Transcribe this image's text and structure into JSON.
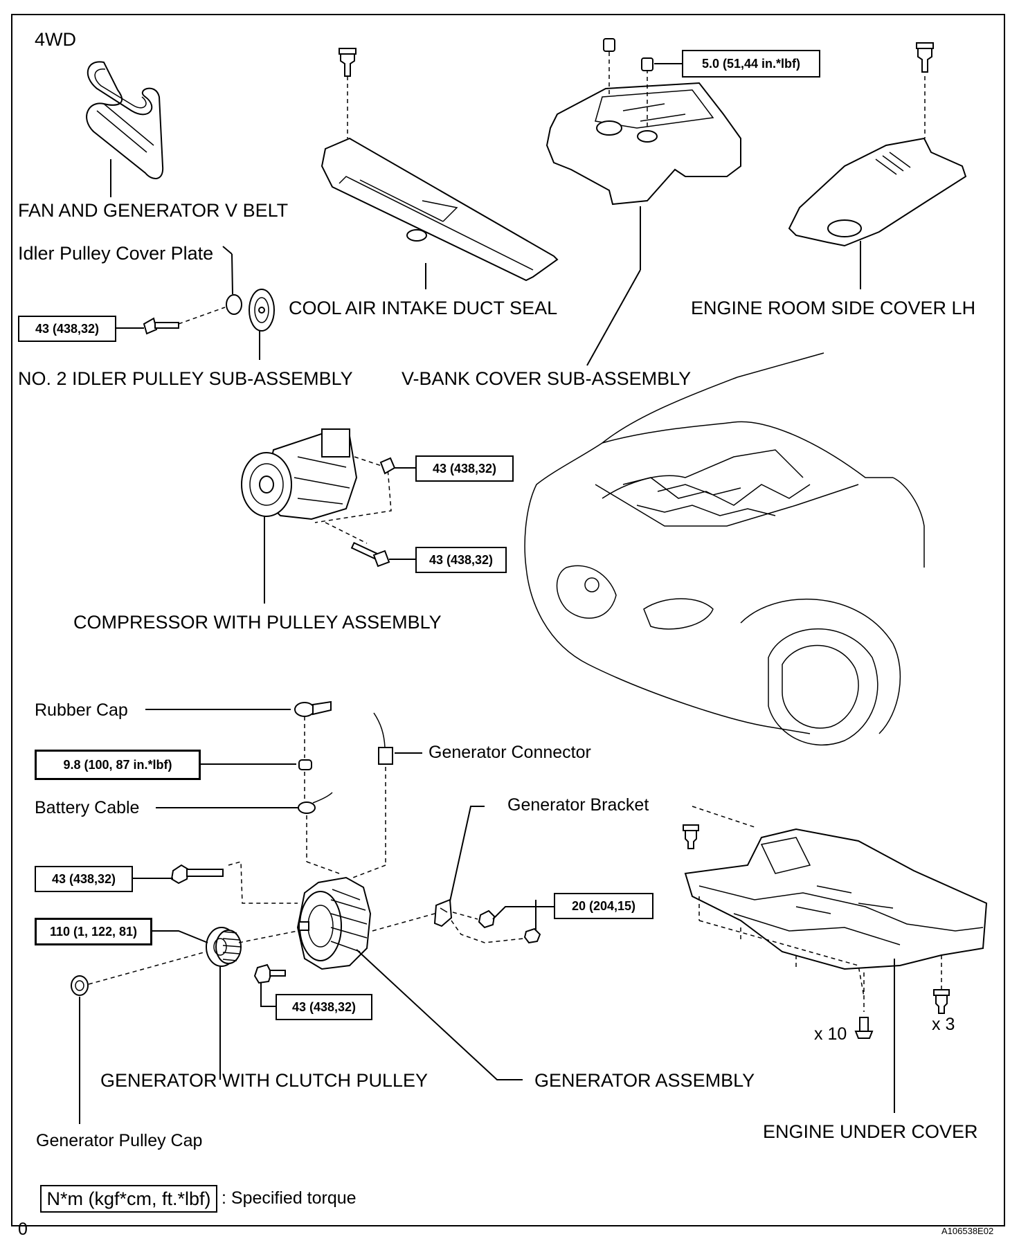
{
  "header": {
    "variant": "4WD"
  },
  "labels": {
    "fan_belt": "FAN AND GENERATOR V BELT",
    "idler_cover_plate": "Idler Pulley Cover Plate",
    "cool_air_seal": "COOL AIR INTAKE DUCT SEAL",
    "engine_room_side_cover": "ENGINE ROOM SIDE COVER LH",
    "idler_pulley": "NO. 2 IDLER PULLEY SUB-ASSEMBLY",
    "vbank_cover": "V-BANK COVER SUB-ASSEMBLY",
    "compressor": "COMPRESSOR WITH PULLEY ASSEMBLY",
    "rubber_cap": "Rubber Cap",
    "generator_connector": "Generator Connector",
    "battery_cable": "Battery Cable",
    "generator_bracket": "Generator Bracket",
    "generator_clutch_pulley": "GENERATOR WITH CLUTCH PULLEY",
    "generator_assembly": "GENERATOR ASSEMBLY",
    "generator_pulley_cap": "Generator Pulley Cap",
    "engine_under_cover": "ENGINE UNDER COVER",
    "qty_x10": "x 10",
    "qty_x3": "x 3"
  },
  "torques": {
    "vbank": "5.0 (51,44 in.*lbf)",
    "idler": "43 (438,32)",
    "compressor_upper": "43 (438,32)",
    "compressor_lower": "43 (438,32)",
    "battery_nut": "9.8 (100, 87 in.*lbf)",
    "generator_bolt_upper": "43 (438,32)",
    "clutch_pulley": "110 (1, 122, 81)",
    "generator_bolt_lower": "43 (438,32)",
    "bracket": "20 (204,15)"
  },
  "legend": {
    "unit_box": "N*m (kgf*cm, ft.*lbf)",
    "description": ": Specified torque"
  },
  "footer": {
    "left_mark": "0",
    "figure_code": "A106538E02"
  }
}
